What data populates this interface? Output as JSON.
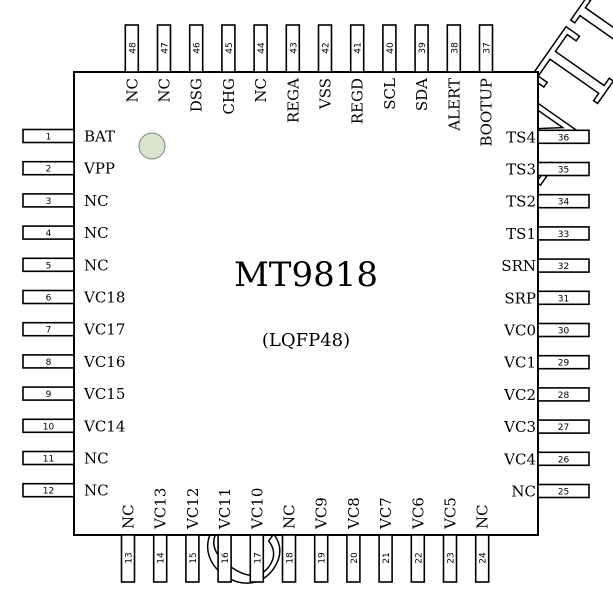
{
  "chip": {
    "part_number": "MT9818",
    "package": "(LQFP48)"
  },
  "watermark": "CONFIDENTIAL",
  "pins": {
    "left": [
      {
        "num": "1",
        "name": "BAT"
      },
      {
        "num": "2",
        "name": "VPP"
      },
      {
        "num": "3",
        "name": "NC"
      },
      {
        "num": "4",
        "name": "NC"
      },
      {
        "num": "5",
        "name": "NC"
      },
      {
        "num": "6",
        "name": "VC18"
      },
      {
        "num": "7",
        "name": "VC17"
      },
      {
        "num": "8",
        "name": "VC16"
      },
      {
        "num": "9",
        "name": "VC15"
      },
      {
        "num": "10",
        "name": "VC14"
      },
      {
        "num": "11",
        "name": "NC"
      },
      {
        "num": "12",
        "name": "NC"
      }
    ],
    "bottom": [
      {
        "num": "13",
        "name": "NC"
      },
      {
        "num": "14",
        "name": "VC13"
      },
      {
        "num": "15",
        "name": "VC12"
      },
      {
        "num": "16",
        "name": "VC11"
      },
      {
        "num": "17",
        "name": "VC10"
      },
      {
        "num": "18",
        "name": "NC"
      },
      {
        "num": "19",
        "name": "VC9"
      },
      {
        "num": "20",
        "name": "VC8"
      },
      {
        "num": "21",
        "name": "VC7"
      },
      {
        "num": "22",
        "name": "VC6"
      },
      {
        "num": "23",
        "name": "VC5"
      },
      {
        "num": "24",
        "name": "NC"
      }
    ],
    "right": [
      {
        "num": "25",
        "name": "NC"
      },
      {
        "num": "26",
        "name": "VC4"
      },
      {
        "num": "27",
        "name": "VC3"
      },
      {
        "num": "28",
        "name": "VC2"
      },
      {
        "num": "29",
        "name": "VC1"
      },
      {
        "num": "30",
        "name": "VC0"
      },
      {
        "num": "31",
        "name": "SRP"
      },
      {
        "num": "32",
        "name": "SRN"
      },
      {
        "num": "33",
        "name": "TS1"
      },
      {
        "num": "34",
        "name": "TS2"
      },
      {
        "num": "35",
        "name": "TS3"
      },
      {
        "num": "36",
        "name": "TS4"
      }
    ],
    "top": [
      {
        "num": "37",
        "name": "BOOTUP"
      },
      {
        "num": "38",
        "name": "ALERT"
      },
      {
        "num": "39",
        "name": "SDA"
      },
      {
        "num": "40",
        "name": "SCL"
      },
      {
        "num": "41",
        "name": "REGD"
      },
      {
        "num": "42",
        "name": "VSS"
      },
      {
        "num": "43",
        "name": "REGA"
      },
      {
        "num": "44",
        "name": "NC"
      },
      {
        "num": "45",
        "name": "CHG"
      },
      {
        "num": "46",
        "name": "DSG"
      },
      {
        "num": "47",
        "name": "NC"
      },
      {
        "num": "48",
        "name": "NC"
      }
    ]
  }
}
